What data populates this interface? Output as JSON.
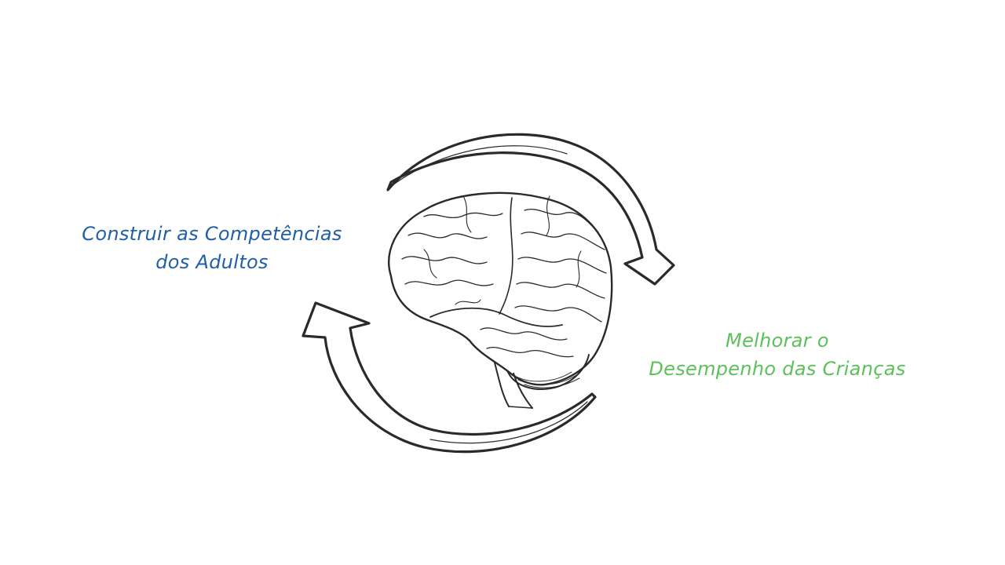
{
  "diagram": {
    "left_label": {
      "line1": "Construir as Competências",
      "line2": "dos Adultos",
      "color": "#1f5fa8"
    },
    "right_label": {
      "line1": "Melhorar o",
      "line2": "Desempenho das Crianças",
      "color": "#5cc15a"
    },
    "stroke_color": "#2a2a2a",
    "icons": [
      "brain-icon",
      "cycle-arrow-top-icon",
      "cycle-arrow-bottom-icon"
    ]
  }
}
